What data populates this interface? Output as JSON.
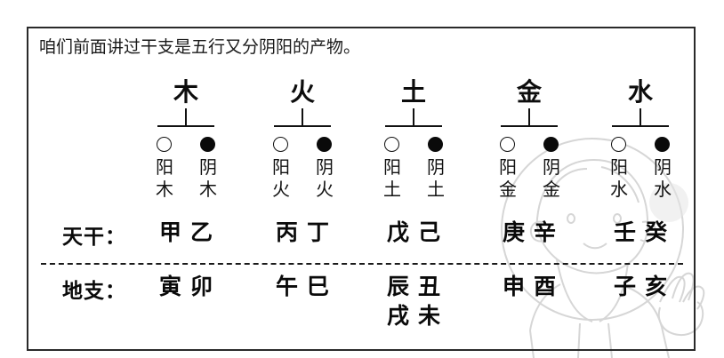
{
  "title": "咱们前面讲过干支是五行又分阴阳的产物。",
  "elements": [
    {
      "name": "木",
      "yang_label": "阳",
      "yin_label": "阴",
      "yang_element": "木",
      "yin_element": "木",
      "yang_marker": "hollow-circle",
      "yin_marker": "filled-circle"
    },
    {
      "name": "火",
      "yang_label": "阳",
      "yin_label": "阴",
      "yang_element": "火",
      "yin_element": "火",
      "yang_marker": "hollow-circle",
      "yin_marker": "filled-circle"
    },
    {
      "name": "土",
      "yang_label": "阳",
      "yin_label": "阴",
      "yang_element": "土",
      "yin_element": "土",
      "yang_marker": "hollow-circle",
      "yin_marker": "filled-circle"
    },
    {
      "name": "金",
      "yang_label": "阳",
      "yin_label": "阴",
      "yang_element": "金",
      "yin_element": "金",
      "yang_marker": "hollow-circle",
      "yin_marker": "filled-circle"
    },
    {
      "name": "水",
      "yang_label": "阳",
      "yin_label": "阴",
      "yang_element": "水",
      "yin_element": "水",
      "yang_marker": "hollow-circle",
      "yin_marker": "filled-circle"
    }
  ],
  "stems": {
    "label": "天干：",
    "cells": [
      {
        "yang": "甲",
        "yin": "乙"
      },
      {
        "yang": "丙",
        "yin": "丁"
      },
      {
        "yang": "戊",
        "yin": "己"
      },
      {
        "yang": "庚",
        "yin": "辛"
      },
      {
        "yang": "壬",
        "yin": "癸"
      }
    ]
  },
  "branches": {
    "label": "地支：",
    "cells": [
      {
        "yang": "寅",
        "yin": "卯"
      },
      {
        "yang": "午",
        "yin": "巳"
      },
      {
        "yang": "辰",
        "yin": "丑"
      },
      {
        "yang": "申",
        "yin": "酉"
      },
      {
        "yang": "子",
        "yin": "亥"
      }
    ],
    "extra_row": {
      "column": "土",
      "yang": "戌",
      "yin": "未"
    }
  },
  "colors": {
    "ink": "#0a0a0a",
    "border": "#2a2a2a",
    "background": "#ffffff",
    "watermark": "#d8d8d8"
  },
  "watermark": {
    "name": "cartoon-child-figure"
  }
}
